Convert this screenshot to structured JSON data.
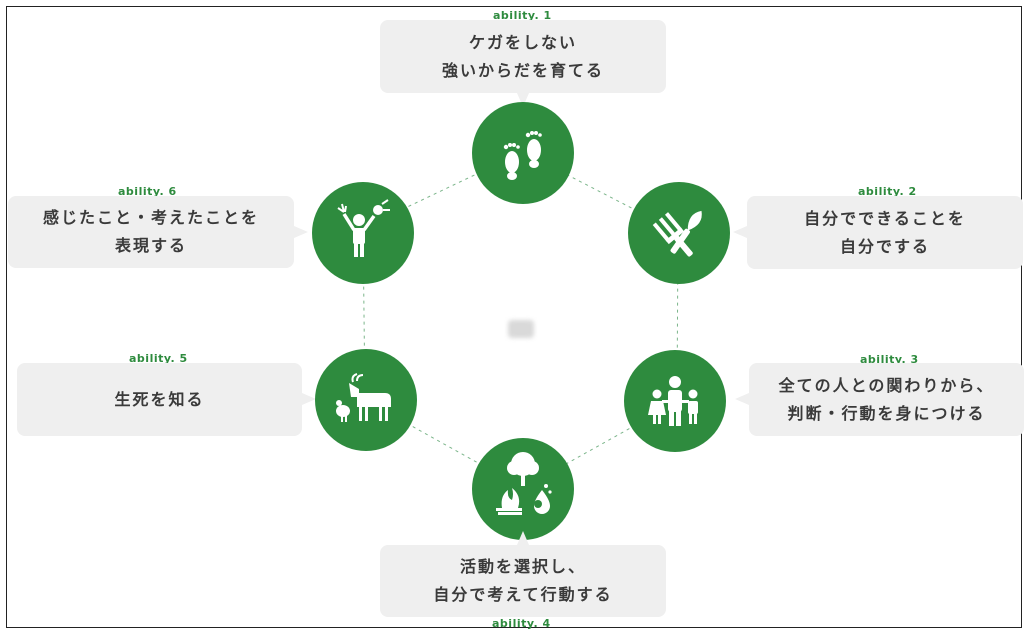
{
  "abilities": [
    {
      "label": "ability. 1",
      "line1": "ケガをしない",
      "line2": "強いからだを育てる",
      "icon": "footprints-icon"
    },
    {
      "label": "ability. 2",
      "line1": "自分でできることを",
      "line2": "自分でする",
      "icon": "garden-tools-icon"
    },
    {
      "label": "ability. 3",
      "line1": "全ての人との関わりから、",
      "line2": "判断・行動を身につける",
      "icon": "family-icon"
    },
    {
      "label": "ability. 4",
      "line1": "活動を選択し、",
      "line2": "自分で考えて行動する",
      "icon": "tree-fire-water-icon"
    },
    {
      "label": "ability. 5",
      "line1": "生死を知る",
      "line2": "",
      "icon": "goat-chicken-icon"
    },
    {
      "label": "ability. 6",
      "line1": "感じたこと・考えたことを",
      "line2": "表現する",
      "icon": "child-expressing-icon"
    }
  ],
  "colors": {
    "accent": "#2e8b3e",
    "bubble": "#efefef",
    "text": "#3a3a3a"
  }
}
